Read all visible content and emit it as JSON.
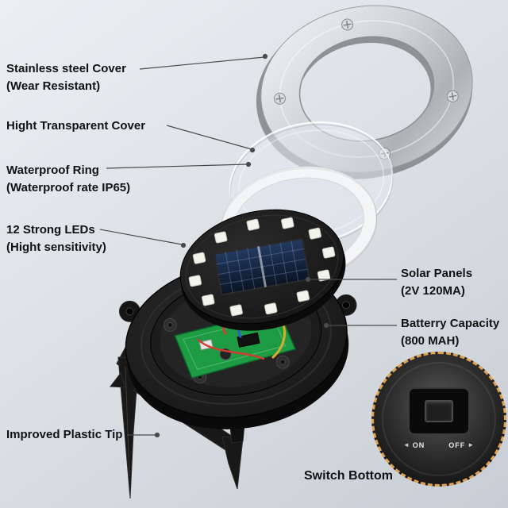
{
  "labels": {
    "stainless_cover": {
      "line1": "Stainless steel Cover",
      "line2": "(Wear Resistant)"
    },
    "transparent_cover": {
      "line1": "Hight Transparent Cover"
    },
    "waterproof_ring": {
      "line1": "Waterproof Ring",
      "line2": "(Waterproof rate IP65)"
    },
    "leds": {
      "line1": "12 Strong LEDs",
      "line2": "(Hight sensitivity)"
    },
    "plastic_tip": {
      "line1": "Improved Plastic Tip"
    },
    "solar_panels": {
      "line1": "Solar Panels",
      "line2": "(2V 120MA)"
    },
    "battery": {
      "line1": "Batterry Capacity",
      "line2": "(800 MAH)"
    },
    "switch_bottom": {
      "line1": "Switch Bottom"
    }
  },
  "inset": {
    "on_label": "ON",
    "off_label": "OFF",
    "on_arrow": "◄",
    "off_arrow": "►"
  },
  "colors": {
    "background": "#dde1e6",
    "text": "#121212",
    "accent_dashed_circle": "#dfa050",
    "steel": "#c9ccd0",
    "pcb_green": "#1d9c44",
    "wire_red": "#d23b2e",
    "wire_blue": "#2b5ed2",
    "wire_yellow": "#d9ae2a",
    "led_white": "#f3f3ec"
  }
}
